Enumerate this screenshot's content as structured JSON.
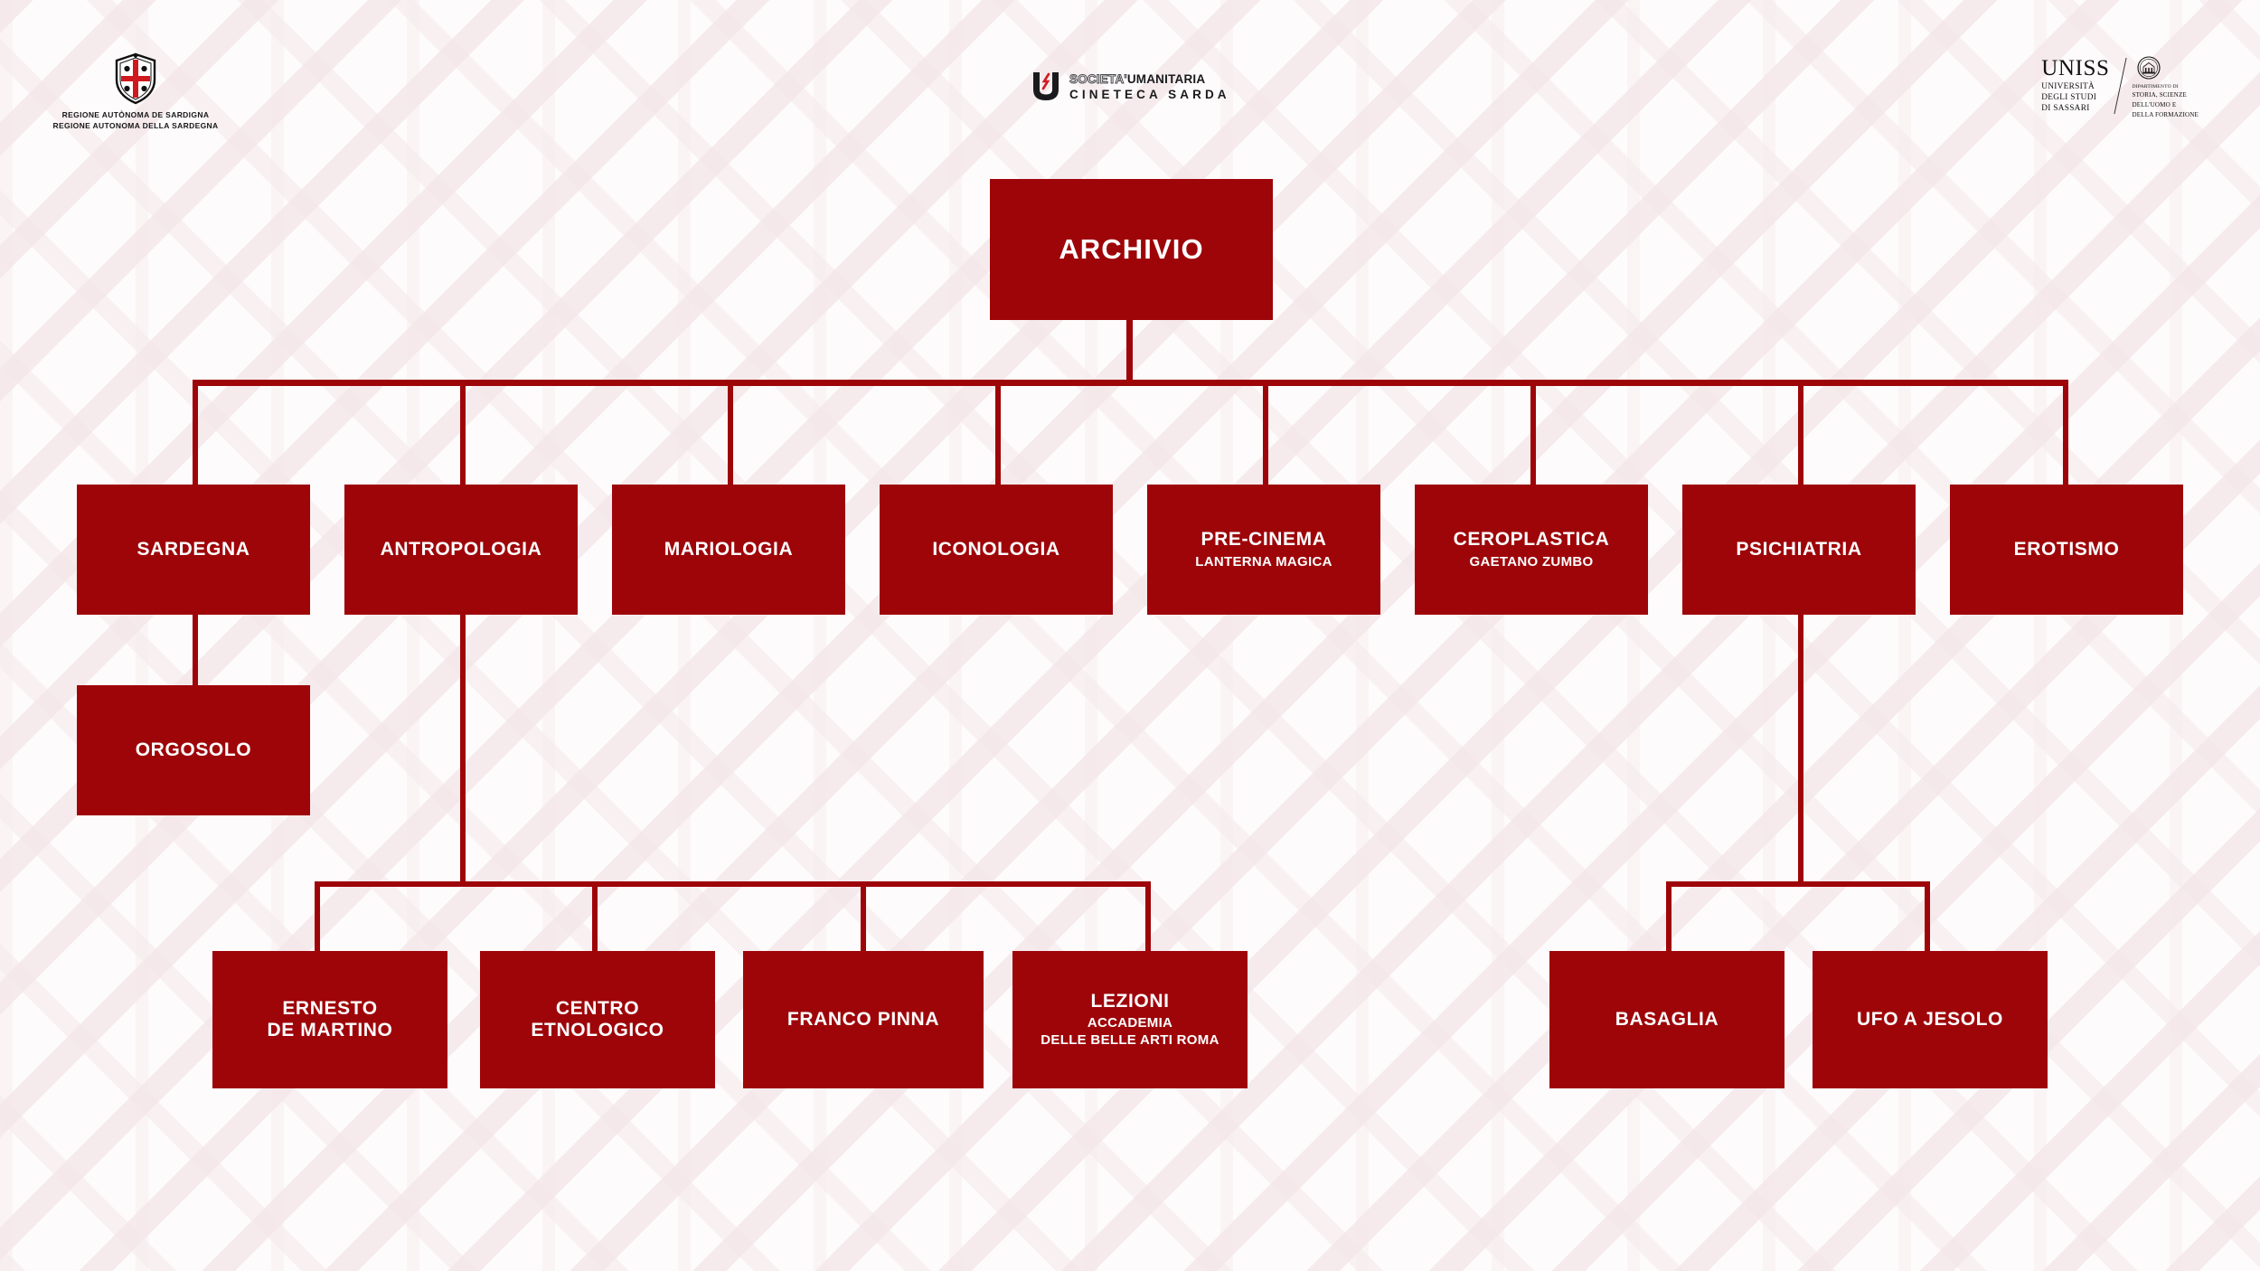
{
  "header": {
    "logos": [
      {
        "id": "regione-sardegna",
        "icon": "sardinia-coat-of-arms-icon",
        "line1": "REGIONE AUTÒNOMA DE SARDIGNA",
        "line2": "REGIONE AUTONOMA DELLA SARDEGNA"
      },
      {
        "id": "societa-umanitaria",
        "icon": "umanitaria-u-mark-icon",
        "line1_hollow": "SOCIETA'",
        "line1_solid": "UMANITARIA",
        "line2": "CINETECA SARDA"
      },
      {
        "id": "uniss",
        "icon": "uniss-seal-icon",
        "word": "UNISS",
        "sub1": "UNIVERSITÀ",
        "sub2": "DEGLI STUDI",
        "sub3": "DI SASSARI",
        "dept_label": "DIPARTIMENTO DI",
        "dept_1": "STORIA, SCIENZE",
        "dept_2": "DELL'UOMO E",
        "dept_3": "DELLA FORMAZIONE"
      }
    ]
  },
  "colors": {
    "node_red": "#9e0509",
    "connector_red": "#9e0509",
    "background": "#fdfbfb",
    "node_text": "#ffffff"
  },
  "chart_data": {
    "type": "tree",
    "title": "ARCHIVIO",
    "orientation": "top-down",
    "levels": 3
  },
  "tree": {
    "root": {
      "id": "archivio",
      "title": "ARCHIVIO",
      "sub": ""
    },
    "level2": [
      {
        "id": "sardegna",
        "title": "SARDEGNA",
        "sub": ""
      },
      {
        "id": "antropologia",
        "title": "ANTROPOLOGIA",
        "sub": ""
      },
      {
        "id": "mariologia",
        "title": "MARIOLOGIA",
        "sub": ""
      },
      {
        "id": "iconologia",
        "title": "ICONOLOGIA",
        "sub": ""
      },
      {
        "id": "pre-cinema",
        "title": "PRE-CINEMA",
        "sub": "LANTERNA MAGICA"
      },
      {
        "id": "ceroplastica",
        "title": "CEROPLASTICA",
        "sub": "GAETANO ZUMBO"
      },
      {
        "id": "psichiatria",
        "title": "PSICHIATRIA",
        "sub": ""
      },
      {
        "id": "erotismo",
        "title": "EROTISMO",
        "sub": ""
      }
    ],
    "level3": [
      {
        "id": "orgosolo",
        "parent": "sardegna",
        "title": "ORGOSOLO",
        "sub": ""
      },
      {
        "id": "ernesto-de-martino",
        "parent": "antropologia",
        "title_l1": "ERNESTO",
        "title_l2": "DE MARTINO",
        "sub": ""
      },
      {
        "id": "centro-etnologico",
        "parent": "antropologia",
        "title_l1": "CENTRO",
        "title_l2": "ETNOLOGICO",
        "sub": ""
      },
      {
        "id": "franco-pinna",
        "parent": "antropologia",
        "title": "FRANCO PINNA",
        "sub": ""
      },
      {
        "id": "lezioni",
        "parent": "antropologia",
        "title": "LEZIONI",
        "sub_l1": "ACCADEMIA",
        "sub_l2": "DELLE BELLE ARTI ROMA"
      },
      {
        "id": "basaglia",
        "parent": "psichiatria",
        "title": "BASAGLIA",
        "sub": ""
      },
      {
        "id": "ufo-a-jesolo",
        "parent": "psichiatria",
        "title": "UFO A JESOLO",
        "sub": ""
      }
    ]
  }
}
